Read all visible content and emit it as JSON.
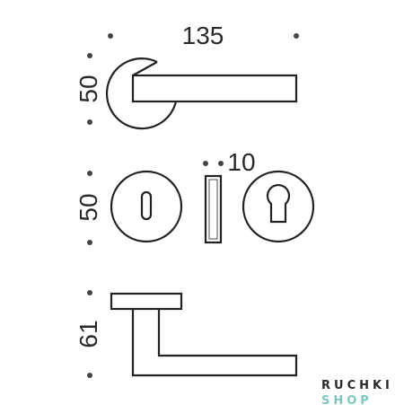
{
  "dimensions": {
    "width_label": "135",
    "rose_height_label": "50",
    "escutcheon_height_label": "50",
    "plate_width_label": "10",
    "side_height_label": "61"
  },
  "brand": {
    "line1": "RUCHKI",
    "line2": "SHOP",
    "line1_color": "#2a2a2a",
    "line2_color": "#7ec7c0"
  },
  "colors": {
    "stroke": "#222222",
    "text": "#2a2a2a"
  }
}
